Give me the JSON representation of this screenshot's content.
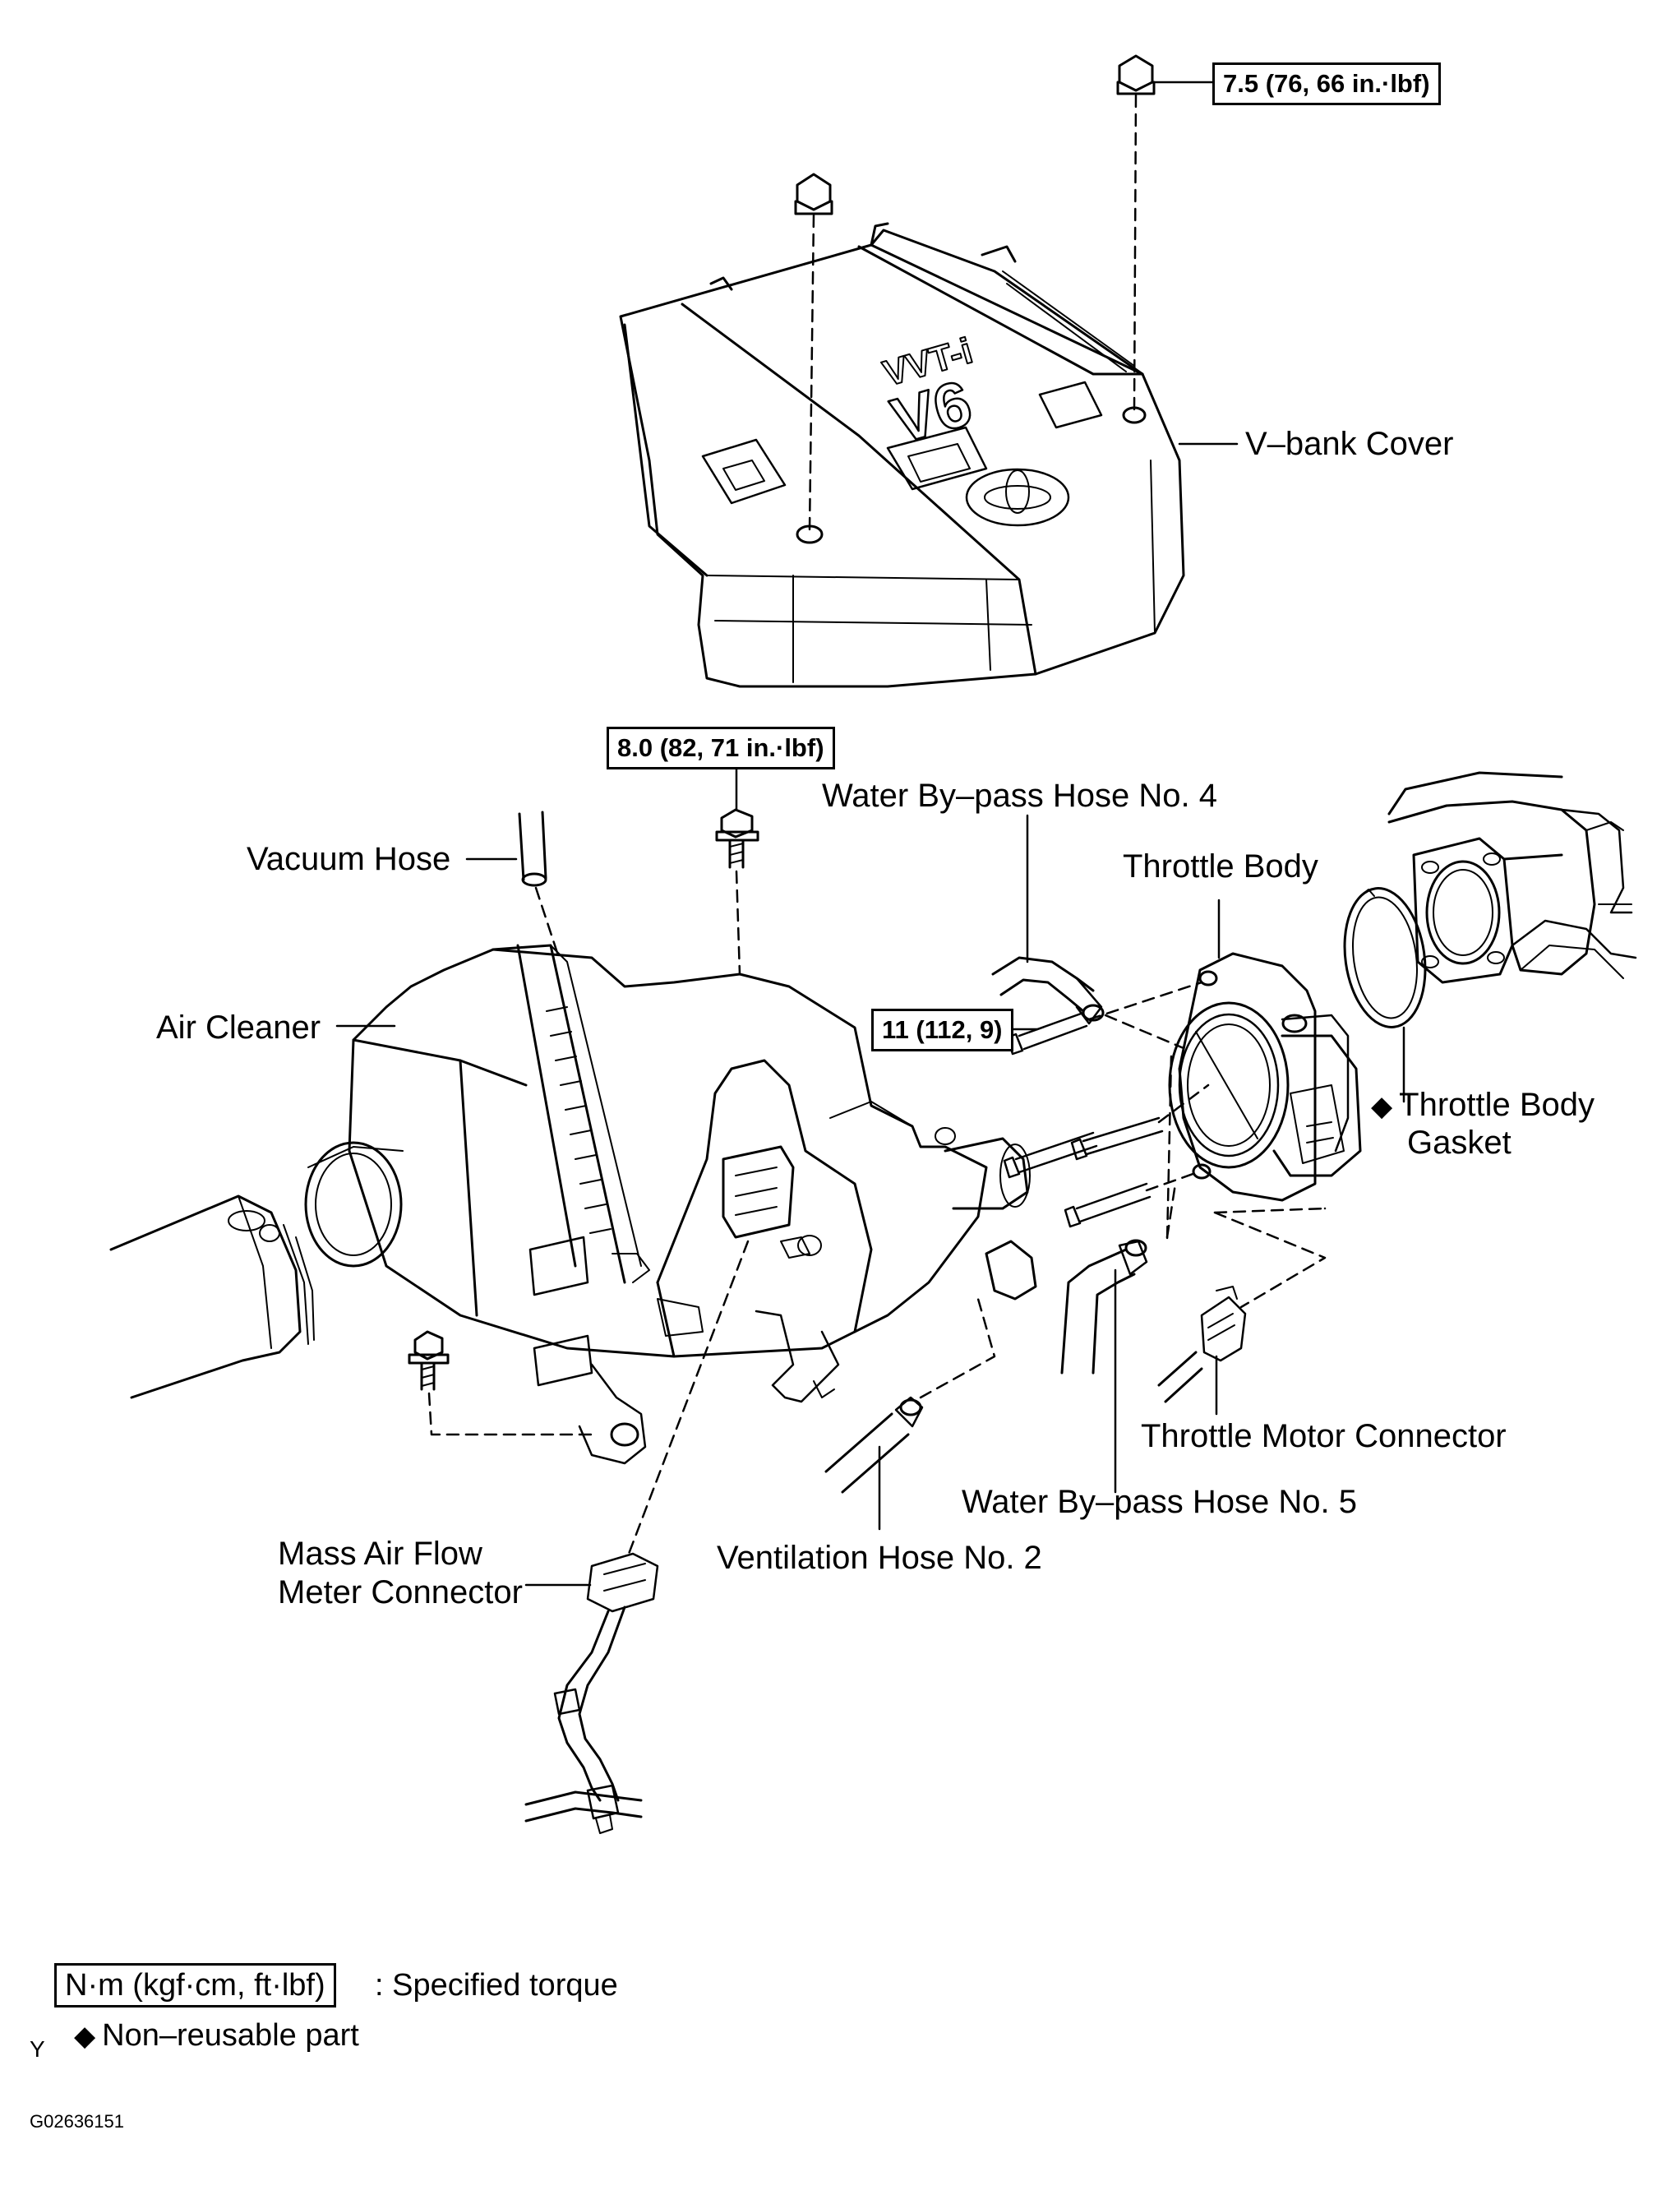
{
  "torque_specs": {
    "vbank_nut": "7.5 (76, 66 in.·lbf)",
    "air_cleaner_bolt": "8.0 (82, 71 in.·lbf)",
    "throttle_body_bolt": "11 (112, 9)"
  },
  "labels": {
    "vbank_cover": "V–bank Cover",
    "vacuum_hose": "Vacuum Hose",
    "water_bypass_hose_4": "Water By–pass Hose No. 4",
    "throttle_body": "Throttle Body",
    "air_cleaner": "Air Cleaner",
    "throttle_body_gasket_line1": "Throttle Body",
    "throttle_body_gasket_line2": "Gasket",
    "throttle_motor_connector": "Throttle Motor Connector",
    "water_bypass_hose_5": "Water By–pass Hose No. 5",
    "ventilation_hose_2": "Ventilation Hose No. 2",
    "maf_connector_line1": "Mass Air Flow",
    "maf_connector_line2": "Meter Connector",
    "cover_emblem_top": "VVT-i",
    "cover_emblem_main": "V6"
  },
  "legend": {
    "torque_box": "N·m (kgf·cm, ft·lbf)",
    "torque_desc": ": Specified torque",
    "nonreusable_symbol": "◆",
    "nonreusable_desc": "Non–reusable part",
    "corner_mark": "Y"
  },
  "figure_id": "G02636151"
}
